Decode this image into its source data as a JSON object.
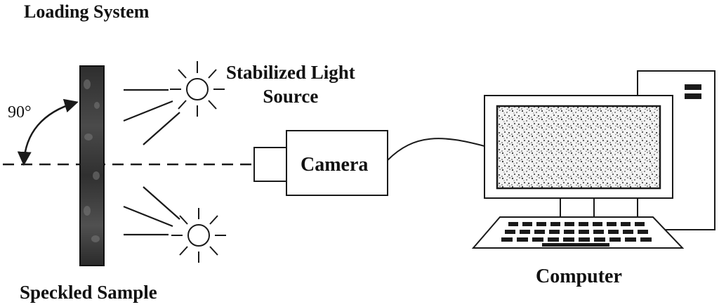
{
  "labels": {
    "loading_system": "Loading System",
    "light_source_line1": "Stabilized Light",
    "light_source_line2": "Source",
    "camera": "Camera",
    "computer": "Computer",
    "speckled_sample": "Speckled Sample",
    "angle": "90°"
  },
  "colors": {
    "stroke": "#1a1a1a",
    "sample_fill": "#3a3a3a",
    "screen_fill": "#f2f2f2"
  },
  "icons": [
    "light-source-icon",
    "camera-icon",
    "computer-icon",
    "keyboard-icon",
    "speckled-sample-icon"
  ]
}
